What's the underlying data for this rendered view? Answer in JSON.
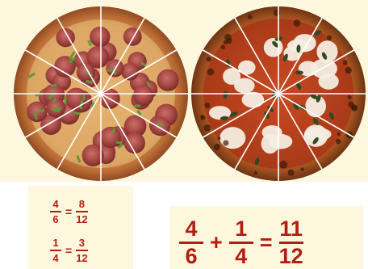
{
  "colors": {
    "background": "#ffffff",
    "panel": "#fdf7dd",
    "fraction_text": "#b31e12",
    "slice_line": "#ffffff"
  },
  "pizzas": [
    {
      "name": "pepperoni-pizza",
      "slices": 12
    },
    {
      "name": "margherita-pizza",
      "slices": 12
    }
  ],
  "equations": {
    "eq1": {
      "left": {
        "num": "4",
        "den": "6"
      },
      "op": "=",
      "right": {
        "num": "8",
        "den": "12"
      }
    },
    "eq2": {
      "left": {
        "num": "1",
        "den": "4"
      },
      "op": "=",
      "right": {
        "num": "3",
        "den": "12"
      }
    },
    "sum": {
      "a": {
        "num": "4",
        "den": "6"
      },
      "plus": "+",
      "b": {
        "num": "1",
        "den": "4"
      },
      "eq": "=",
      "c": {
        "num": "11",
        "den": "12"
      }
    }
  }
}
